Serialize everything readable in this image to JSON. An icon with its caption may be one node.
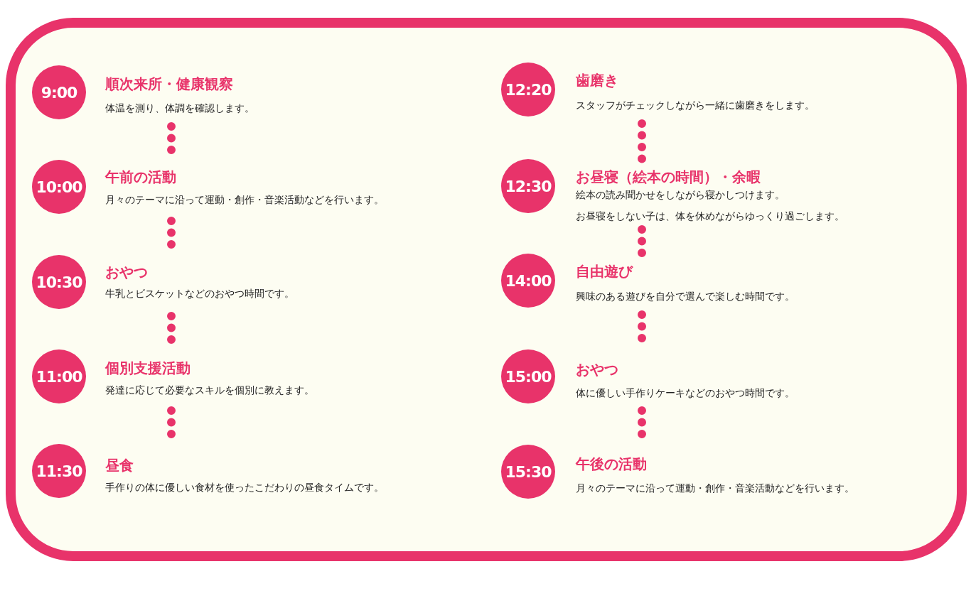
{
  "diagram": {
    "nodes": [
      {
        "text": [
          "9:00"
        ],
        "beside": [
          "順次来所・健康観察",
          "体温を測り、体調を確認します。"
        ]
      },
      {
        "text": [
          "10:00"
        ],
        "beside": [
          "午前の活動",
          "月々のテーマに沿って運動・創作・音楽活動などを行います。"
        ]
      },
      {
        "text": [
          "10:30"
        ],
        "beside": [
          "おやつ",
          "牛乳とビスケットなどのおやつ時間です。"
        ]
      },
      {
        "text": [
          "11:00"
        ],
        "beside": [
          "個別支援活動",
          "発達に応じて必要なスキルを個別に教えます。"
        ]
      },
      {
        "text": [
          "11:30"
        ],
        "beside": [
          "昼食",
          "手作りの体に優しい食材を使ったこだわりの昼食タイムです。"
        ]
      },
      {
        "text": [
          "12:20"
        ],
        "beside": [
          "歯磨き",
          "スタッフがチェックしながら一緒に歯磨きをします。"
        ]
      },
      {
        "text": [
          "12:30"
        ],
        "beside": [
          "お昼寝（絵本の時間）・余暇",
          "絵本の読み聞かせをしながら寝かしつけます。",
          "お昼寝をしない子は、体を休めながらゆっくり過ごします。"
        ]
      },
      {
        "text": [
          "14:00"
        ],
        "beside": [
          "自由遊び",
          "興味のある遊びを自分で選んで楽しむ時間です。"
        ]
      },
      {
        "text": [
          "15:00"
        ],
        "beside": [
          "おやつ",
          "体に優しい手作りケーキなどのおやつ時間です。"
        ]
      },
      {
        "text": [
          "15:30"
        ],
        "beside": [
          "午後の活動",
          "月々のテーマに沿って運動・創作・音楽活動などを行います。"
        ]
      }
    ],
    "edges": [
      {
        "from": 0,
        "to": 1,
        "arrow": "none"
      },
      {
        "from": 1,
        "to": 2,
        "arrow": "none"
      },
      {
        "from": 2,
        "to": 3,
        "arrow": "none"
      },
      {
        "from": 3,
        "to": 4,
        "arrow": "none"
      },
      {
        "from": 5,
        "to": 6,
        "arrow": "none"
      },
      {
        "from": 6,
        "to": 7,
        "arrow": "none"
      },
      {
        "from": 7,
        "to": 8,
        "arrow": "none"
      },
      {
        "from": 8,
        "to": 9,
        "arrow": "none"
      }
    ]
  }
}
